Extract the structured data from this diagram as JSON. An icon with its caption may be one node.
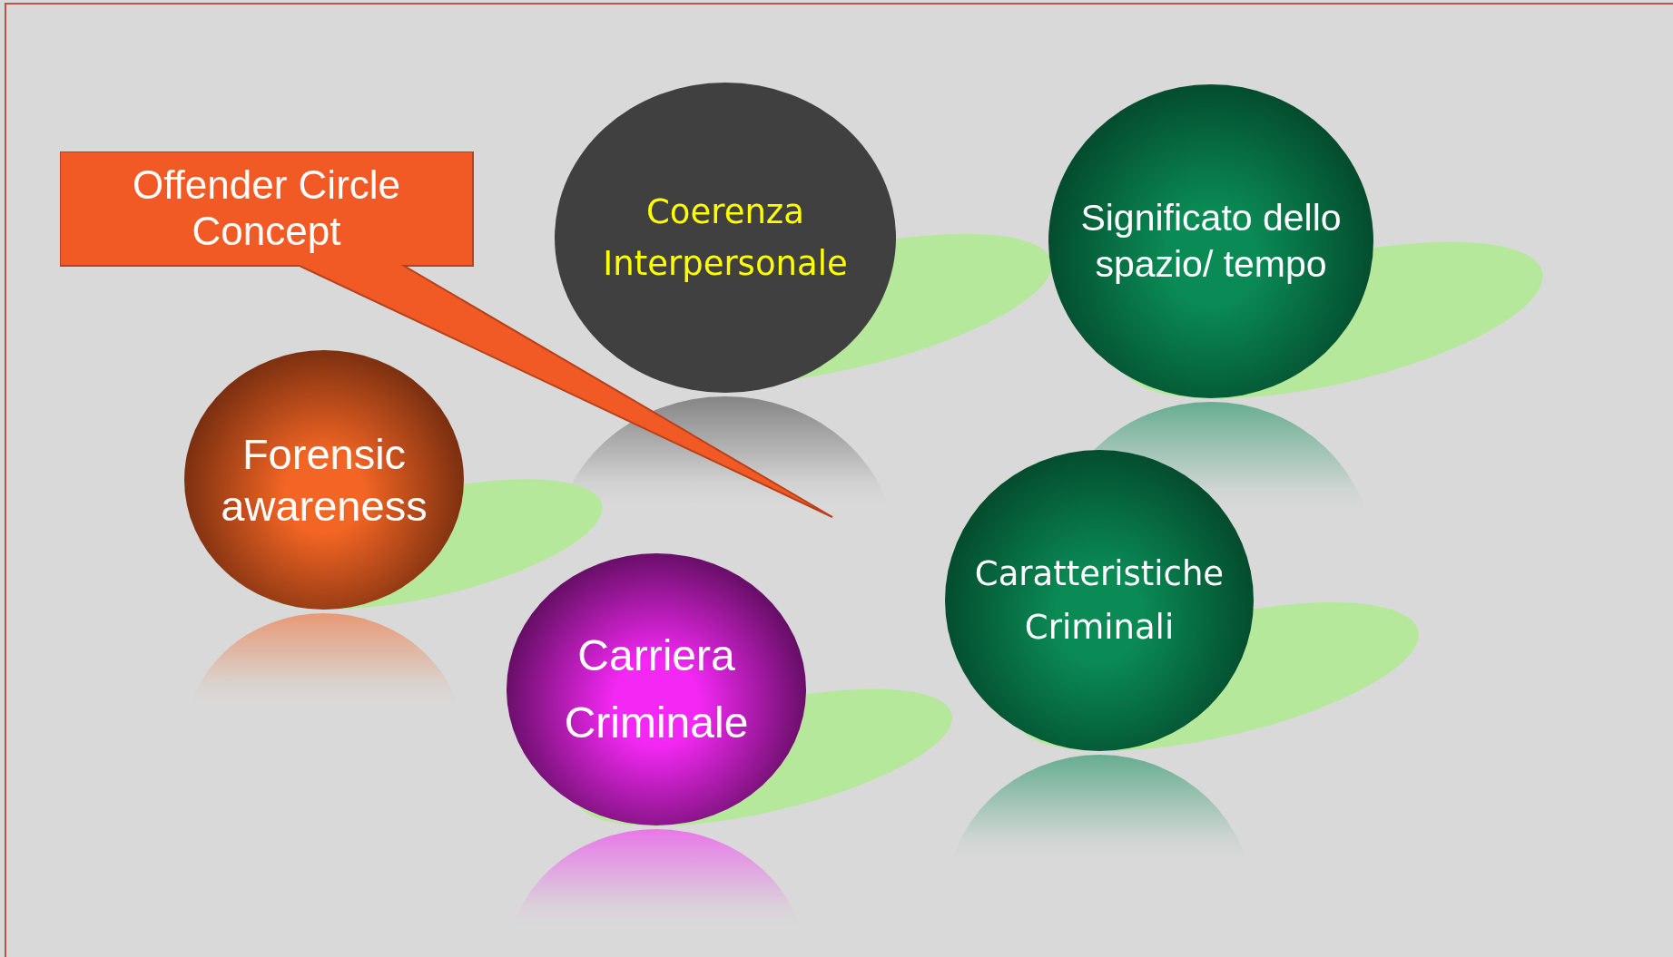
{
  "diagram": {
    "nodes": [
      {
        "text": [
          "Offender Circle Concept"
        ]
      },
      {
        "text": [
          "Coerenza Interpersonale"
        ]
      },
      {
        "text": [
          "Significato dello spazio/ tempo"
        ]
      },
      {
        "text": [
          "Forensic awareness"
        ]
      },
      {
        "text": [
          "Caratteristiche Criminali"
        ]
      },
      {
        "text": [
          "Carriera Criminale"
        ]
      }
    ]
  }
}
